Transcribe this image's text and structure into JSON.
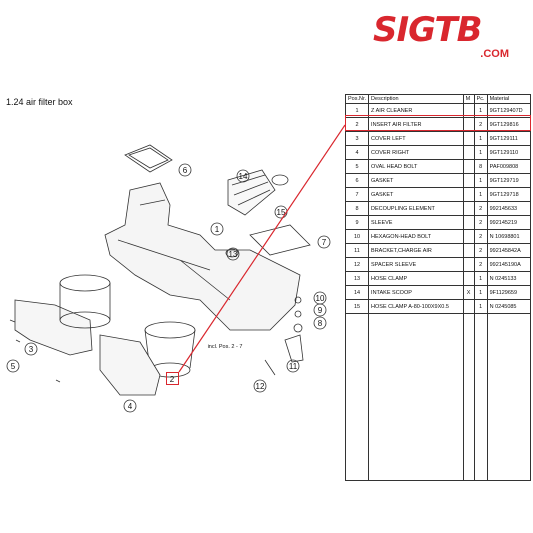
{
  "brand": {
    "logo": "SIGTB",
    "domain": ".COM"
  },
  "diagram": {
    "title": "1.24  air filter box",
    "labels": [
      "1",
      "2",
      "3",
      "4",
      "5",
      "6",
      "7",
      "8",
      "9",
      "10",
      "11",
      "12",
      "13",
      "14",
      "15"
    ],
    "note": "incl. Pos. 2 - 7"
  },
  "table": {
    "headers": [
      "Pos.Nr.",
      "Description",
      "M",
      "Pc.",
      "Material"
    ],
    "rows": [
      {
        "pos": "1",
        "desc": "Z AIR CLEANER",
        "m": "",
        "pc": "1",
        "mat": "9GT129407D"
      },
      {
        "pos": "2",
        "desc": "INSERT AIR FILTER",
        "m": "",
        "pc": "2",
        "mat": "9GT129816"
      },
      {
        "pos": "3",
        "desc": "COVER LEFT",
        "m": "",
        "pc": "1",
        "mat": "9GT129111"
      },
      {
        "pos": "4",
        "desc": "COVER RIGHT",
        "m": "",
        "pc": "1",
        "mat": "9GT129110"
      },
      {
        "pos": "5",
        "desc": "OVAL HEAD BOLT",
        "m": "",
        "pc": "8",
        "mat": "PAF009808"
      },
      {
        "pos": "6",
        "desc": "GASKET",
        "m": "",
        "pc": "1",
        "mat": "9GT129719"
      },
      {
        "pos": "7",
        "desc": "GASKET",
        "m": "",
        "pc": "1",
        "mat": "9GT129718"
      },
      {
        "pos": "8",
        "desc": "DECOUPLING ELEMENT",
        "m": "",
        "pc": "2",
        "mat": "992145633"
      },
      {
        "pos": "9",
        "desc": "SLEEVE",
        "m": "",
        "pc": "2",
        "mat": "992145219"
      },
      {
        "pos": "10",
        "desc": "HEXAGON-HEAD BOLT",
        "m": "",
        "pc": "2",
        "mat": "N 10698801"
      },
      {
        "pos": "11",
        "desc": "BRACKET,CHARGE AIR",
        "m": "",
        "pc": "2",
        "mat": "992145842A"
      },
      {
        "pos": "12",
        "desc": "SPACER SLEEVE",
        "m": "",
        "pc": "2",
        "mat": "992145190A"
      },
      {
        "pos": "13",
        "desc": "HOSE CLAMP",
        "m": "",
        "pc": "1",
        "mat": "N 0245133"
      },
      {
        "pos": "14",
        "desc": "INTAKE SCOOP",
        "m": "X",
        "pc": "1",
        "mat": "9F1129659"
      },
      {
        "pos": "15",
        "desc": "HOSE CLAMP A-80-100X9X0.5",
        "m": "",
        "pc": "1",
        "mat": "N 0245085"
      }
    ]
  },
  "colors": {
    "accent": "#d9272e"
  }
}
